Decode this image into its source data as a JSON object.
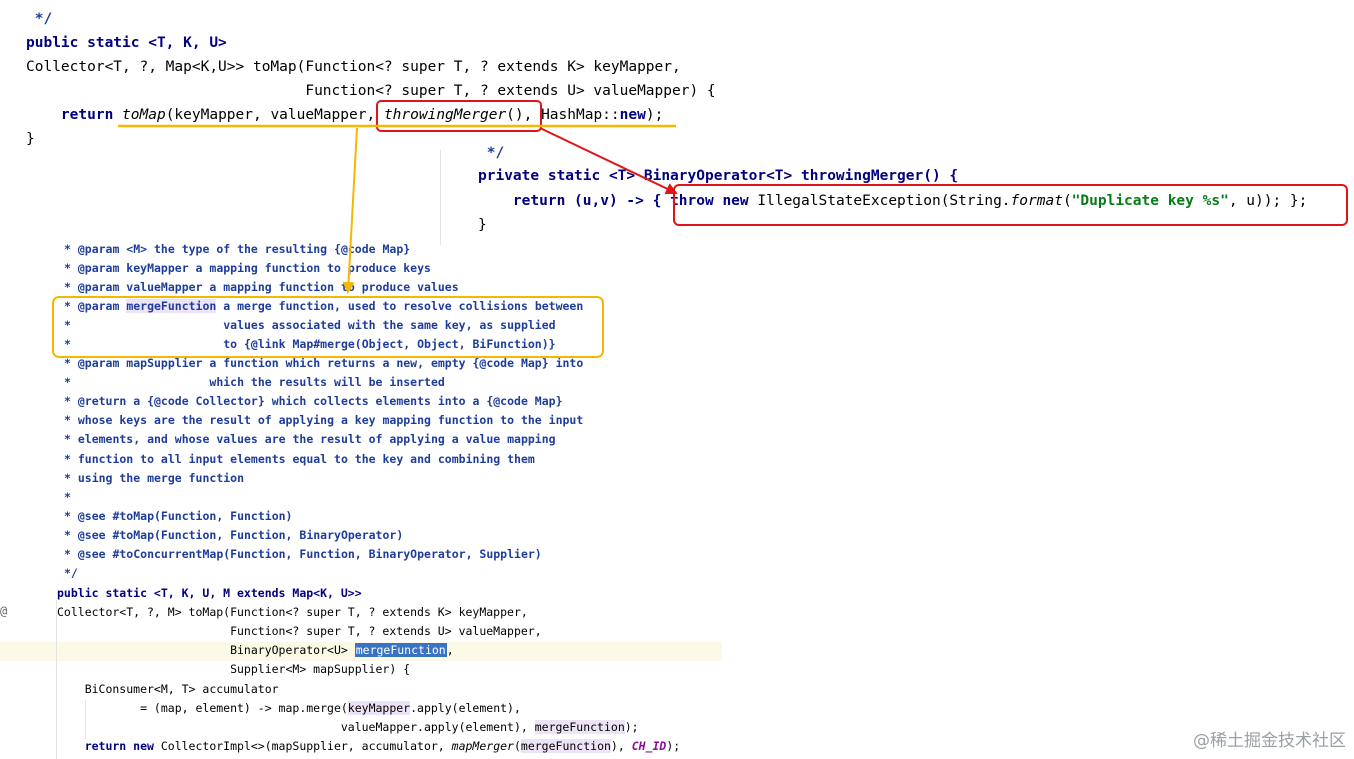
{
  "top_code": {
    "l1": " */",
    "l2": "public static <T, K, U>",
    "l3": "Collector<T, ?, Map<K,U>> toMap(Function<? super T, ? extends K> keyMapper,",
    "l4": "                                Function<? super T, ? extends U> valueMapper) {",
    "l5a": "    return ",
    "l5b": "toMap",
    "l5c": "(keyMapper, valueMapper, ",
    "l5d": "throwingMerger",
    "l5e": "(), HashMap::",
    "l5f": "new",
    "l5g": ");",
    "l6": "}"
  },
  "merger_code": {
    "l1": " */",
    "l2": "private static <T> BinaryOperator<T> throwingMerger() {",
    "l3a": "    return (u,v) -> { ",
    "l3b": "throw new ",
    "l3c": "IllegalStateException(String.",
    "l3d": "format",
    "l3e": "(",
    "l3f": "\"Duplicate key %s\"",
    "l3g": ", u)); };",
    "l4": "}"
  },
  "javadoc": {
    "d1": "* @param <M> the type of the resulting {@code Map}",
    "d2": "* @param keyMapper a mapping function to produce keys",
    "d3": "* @param valueMapper a mapping function to produce values",
    "d4a": "* @param ",
    "d4b": "mergeFunction",
    "d4c": " a merge function, used to resolve collisions between",
    "d5": "*                      values associated with the same key, as supplied",
    "d6": "*                      to {@link Map#merge(Object, Object, BiFunction)}",
    "d7": "* @param mapSupplier a function which returns a new, empty {@code Map} into",
    "d8": "*                    which the results will be inserted",
    "d9": "* @return a {@code Collector} which collects elements into a {@code Map}",
    "d10": "* whose keys are the result of applying a key mapping function to the input",
    "d11": "* elements, and whose values are the result of applying a value mapping",
    "d12": "* function to all input elements equal to the key and combining them",
    "d13": "* using the merge function",
    "d14": "*",
    "d15": "* @see #toMap(Function, Function)",
    "d16": "* @see #toMap(Function, Function, BinaryOperator)",
    "d17": "* @see #toConcurrentMap(Function, Function, BinaryOperator, Supplier)",
    "d18": "*/"
  },
  "bottom_code": {
    "c1": "public static <T, K, U, M extends Map<K, U>>",
    "c2": "Collector<T, ?, M> toMap(Function<? super T, ? extends K> keyMapper,",
    "c3": "                         Function<? super T, ? extends U> valueMapper,",
    "c4a": "                         BinaryOperator<U> ",
    "c4b": "mergeFunction",
    "c4c": ",",
    "c5": "                         Supplier<M> mapSupplier) {",
    "c6": "    BiConsumer<M, T> accumulator",
    "c7a": "            = (map, element) -> map.merge(",
    "c7b": "keyMapper",
    "c7c": ".apply(element),",
    "c8a": "                                         valueMapper.apply(element), ",
    "c8b": "mergeFunction",
    "c8c": ");",
    "c9a": "    return new ",
    "c9b": "CollectorImpl<>(mapSupplier, accumulator, ",
    "c9c": "mapMerger",
    "c9d": "(",
    "c9e": "mergeFunction",
    "c9f": "), ",
    "c9g": "CH_ID",
    "c9h": ");"
  },
  "gutter": {
    "override_marker": "@"
  },
  "watermark": "@稀土掘金技术社区",
  "colors": {
    "red_box": "#e0141b",
    "yellow_box": "#f5b800",
    "selection": "#3b73c4",
    "keyword": "#000080",
    "javadoc": "#1e3d9b"
  }
}
